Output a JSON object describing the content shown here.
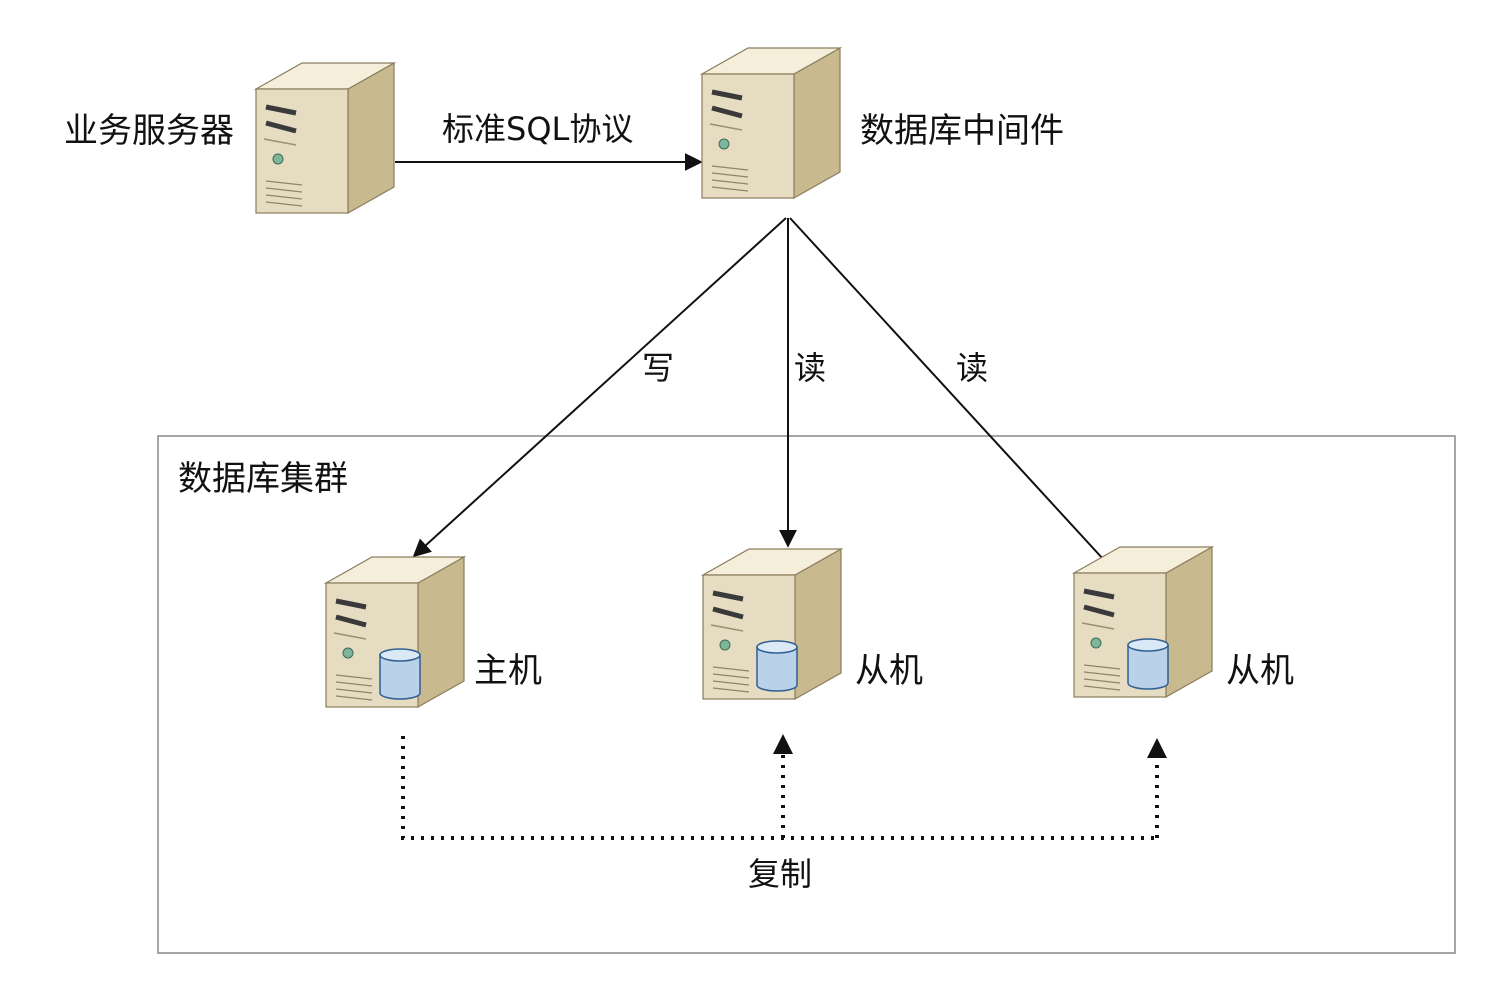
{
  "diagram": {
    "cluster": {
      "label": "数据库集群"
    },
    "nodes": {
      "business": {
        "label": "业务服务器"
      },
      "middleware": {
        "label": "数据库中间件"
      },
      "master": {
        "label": "主机"
      },
      "slave1": {
        "label": "从机"
      },
      "slave2": {
        "label": "从机"
      }
    },
    "edges": {
      "protocol": {
        "label": "标准SQL协议"
      },
      "write": {
        "label": "写"
      },
      "read1": {
        "label": "读"
      },
      "read2": {
        "label": "读"
      },
      "replication": {
        "label": "复制"
      }
    },
    "colors": {
      "server_front": "#e6dcc2",
      "server_side": "#c8b98f",
      "server_top": "#f4eedb",
      "server_outline": "#8a7d5c",
      "db_fill": "#b9d2ea",
      "db_top": "#dbe9f6",
      "db_outline": "#2f5f93",
      "line": "#111111",
      "cluster_border": "#888888"
    },
    "icons": [
      "server-icon",
      "database-icon"
    ]
  }
}
